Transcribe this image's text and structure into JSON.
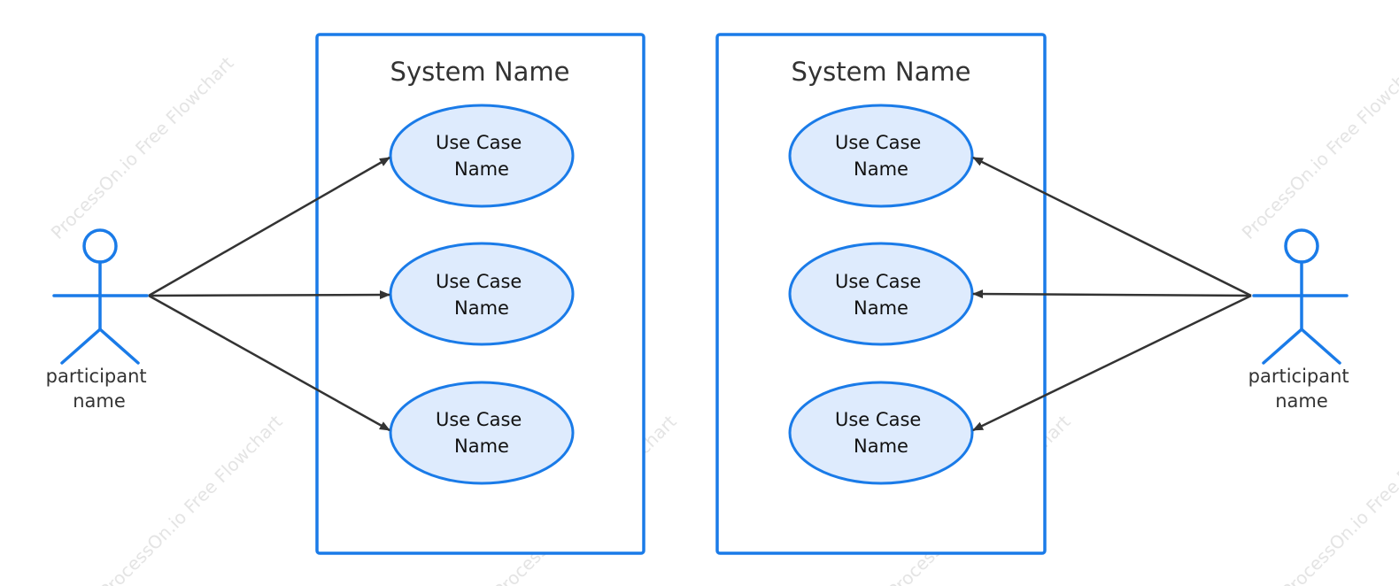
{
  "colors": {
    "accent": "#1a7be8",
    "usecase_fill": "#deebfd",
    "connector": "#333333",
    "text": "#333333",
    "watermark": "#e4e4e4"
  },
  "watermark_text": "ProcessOn.io Free Flowchart",
  "systems": [
    {
      "title": "System Name",
      "use_cases": [
        {
          "line1": "Use Case",
          "line2": "Name"
        },
        {
          "line1": "Use Case",
          "line2": "Name"
        },
        {
          "line1": "Use Case",
          "line2": "Name"
        }
      ]
    },
    {
      "title": "System Name",
      "use_cases": [
        {
          "line1": "Use Case",
          "line2": "Name"
        },
        {
          "line1": "Use Case",
          "line2": "Name"
        },
        {
          "line1": "Use Case",
          "line2": "Name"
        }
      ]
    }
  ],
  "actors": [
    {
      "line1": "participant",
      "line2": "name"
    },
    {
      "line1": "participant",
      "line2": "name"
    }
  ]
}
